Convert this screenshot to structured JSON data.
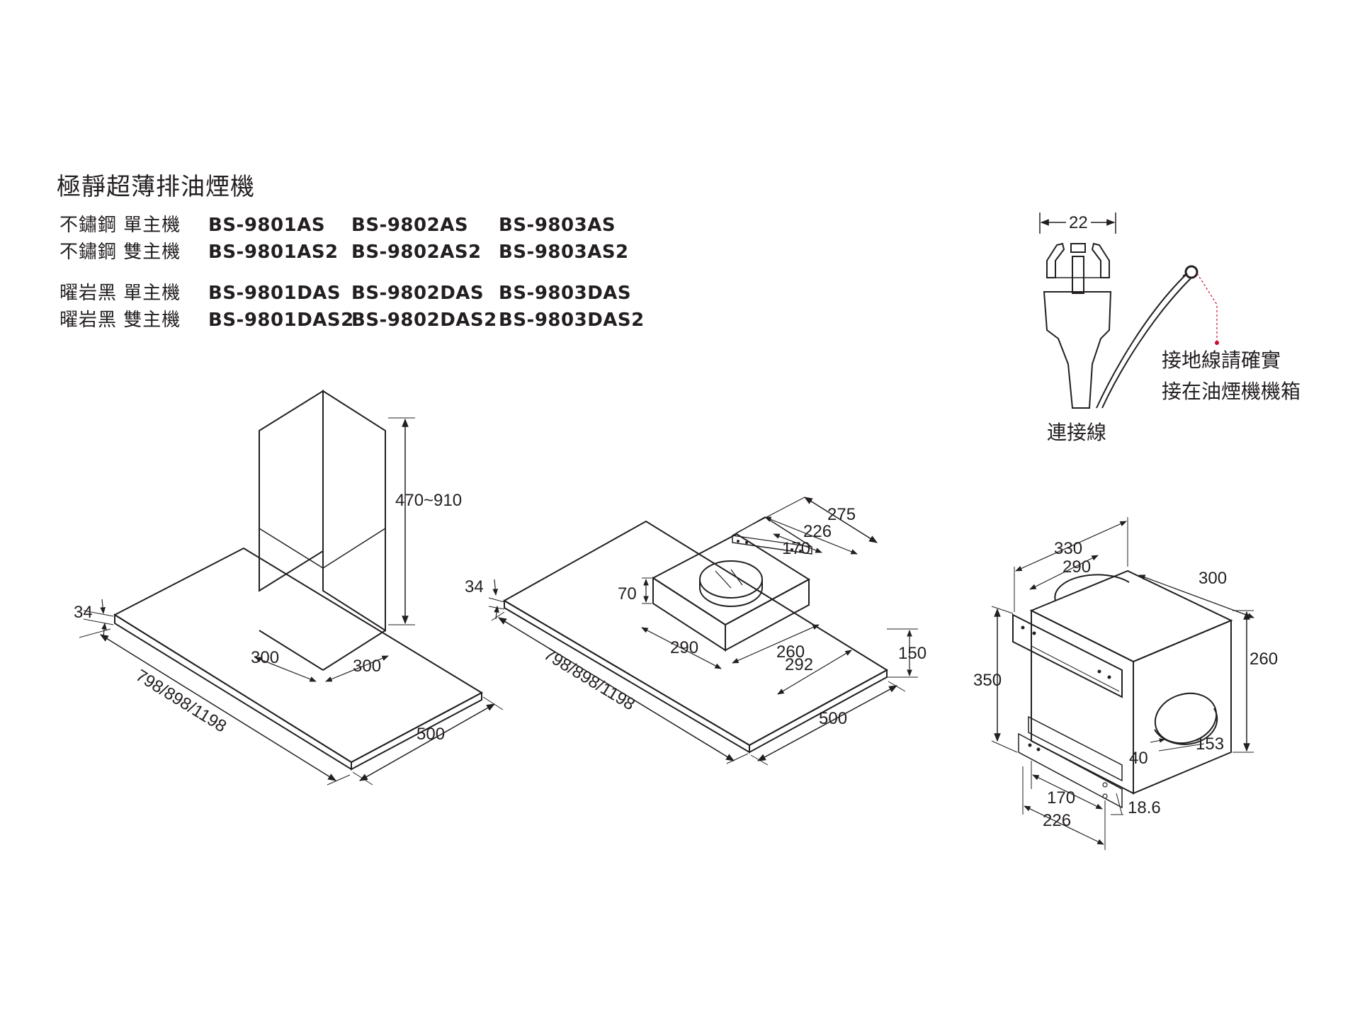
{
  "title": "極靜超薄排油煙機",
  "model_rows": [
    {
      "category": "不鏽鋼 單主機",
      "codes": [
        "BS-9801AS",
        "BS-9802AS",
        "BS-9803AS"
      ]
    },
    {
      "category": "不鏽鋼 雙主機",
      "codes": [
        "BS-9801AS2",
        "BS-9802AS2",
        "BS-9803AS2"
      ]
    },
    {
      "category": "曜岩黑 單主機",
      "codes": [
        "BS-9801DAS",
        "BS-9802DAS",
        "BS-9803DAS"
      ]
    },
    {
      "category": "曜岩黑 雙主機",
      "codes": [
        "BS-9801DAS2",
        "BS-9802DAS2",
        "BS-9803DAS2"
      ]
    }
  ],
  "connector": {
    "width": "22",
    "label": "連接線",
    "note_line1": "接地線請確實",
    "note_line2": "接在油煙機機箱"
  },
  "chimney_view": {
    "height": "470~910",
    "thickness": "34",
    "width": "798/898/1198",
    "chimney_left": "300",
    "chimney_right": "300",
    "depth": "500"
  },
  "flat_view": {
    "thickness": "34",
    "width": "798/898/1198",
    "depth": "500",
    "box_height": "70",
    "box_width": "290",
    "box_depth": "260",
    "offset": "292",
    "front_height": "150",
    "bracket_outer": "275",
    "bracket_mid": "226",
    "bracket_inner": "170"
  },
  "motor_view": {
    "top_outer": "330",
    "top_inner": "290",
    "depth": "300",
    "height": "350",
    "side_height": "260",
    "offset": "40",
    "duct": "153",
    "bottom_inner": "170",
    "bottom_outer": "226",
    "plate": "18.6"
  }
}
